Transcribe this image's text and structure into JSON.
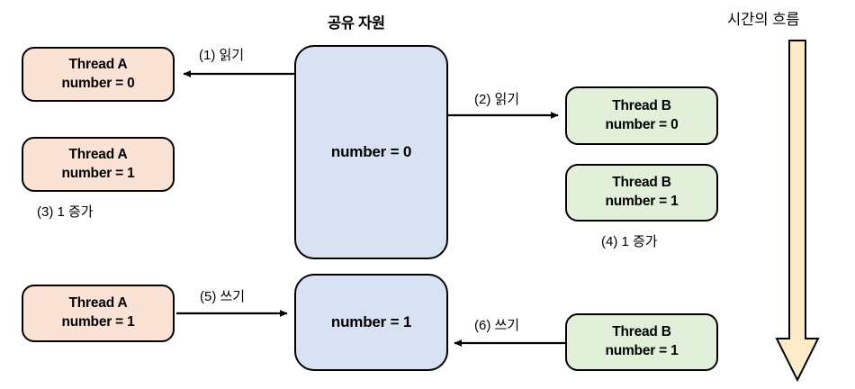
{
  "diagram": {
    "title_shared": "공유 자원",
    "title_time": "시간의 흐름",
    "colors": {
      "thread_a_fill": "#fae2d5",
      "thread_b_fill": "#e2efd9",
      "shared_fill": "#d9e2f3",
      "time_arrow_fill": "#fdebc8",
      "stroke": "#000000",
      "background": "#ffffff"
    }
  },
  "boxes": {
    "thread_a_read": {
      "line1": "Thread A",
      "line2": "number = 0"
    },
    "thread_a_inc": {
      "line1": "Thread A",
      "line2": "number = 1"
    },
    "thread_a_write": {
      "line1": "Thread A",
      "line2": "number = 1"
    },
    "thread_b_read": {
      "line1": "Thread B",
      "line2": "number = 0"
    },
    "thread_b_inc": {
      "line1": "Thread B",
      "line2": "number = 1"
    },
    "thread_b_write": {
      "line1": "Thread B",
      "line2": "number = 1"
    },
    "shared_top": {
      "value": "number = 0"
    },
    "shared_bottom": {
      "value": "number = 1"
    }
  },
  "steps": {
    "s1": "(1) 읽기",
    "s2": "(2) 읽기",
    "s3": "(3) 1 증가",
    "s4": "(4) 1 증가",
    "s5": "(5) 쓰기",
    "s6": "(6) 쓰기"
  }
}
